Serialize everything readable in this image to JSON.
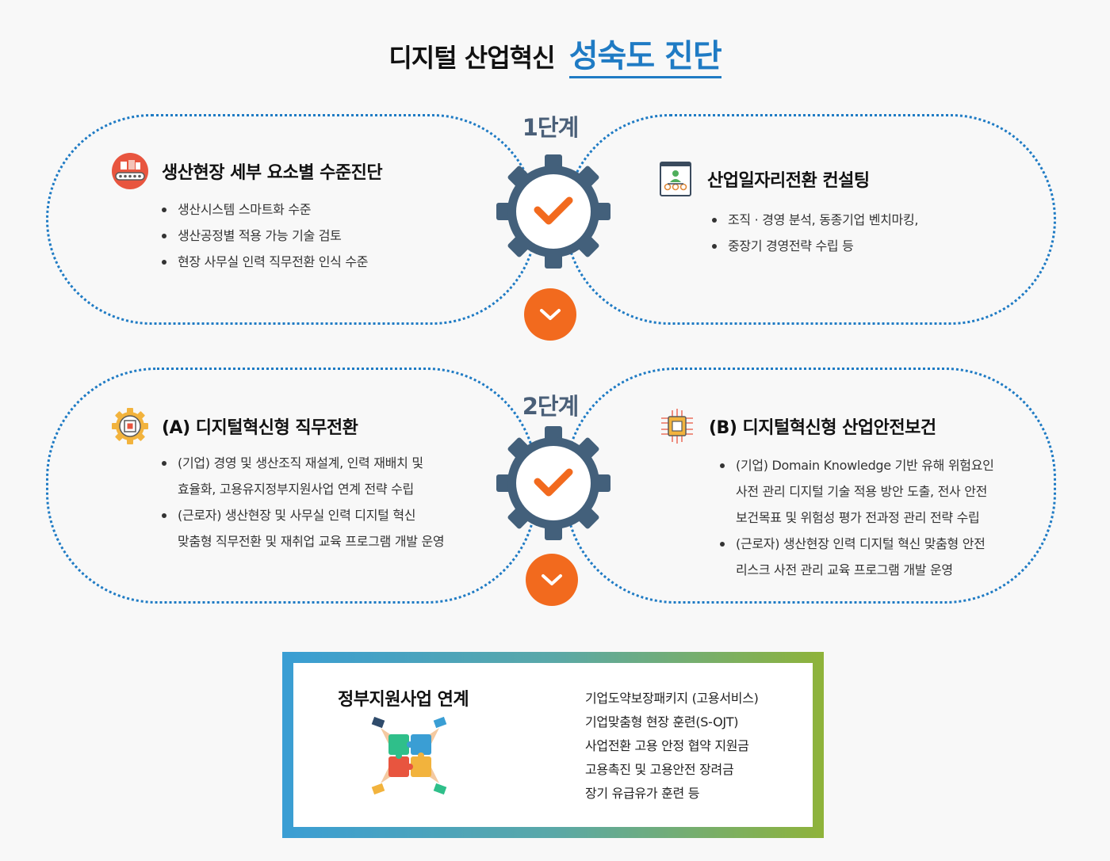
{
  "title": {
    "main": "디지털 산업혁신",
    "highlight": "성숙도 진단"
  },
  "colors": {
    "accent": "#1f7bc4",
    "gear": "#43607b",
    "arrow": "#f26a1e"
  },
  "stage1": {
    "label": "1단계",
    "left": {
      "icon": "conveyor-factory-icon",
      "heading": "생산현장 세부 요소별 수준진단",
      "items": [
        "생산시스템 스마트화 수준",
        "생산공정별 적용 가능 기술 검토",
        "현장 사무실 인력 직무전환 인식 수준"
      ]
    },
    "right": {
      "icon": "org-chart-document-icon",
      "heading": "산업일자리전환 컨설팅",
      "items": [
        "조직 · 경영 분석, 동종기업 벤치마킹,",
        "중장기 경영전략 수립 등"
      ]
    }
  },
  "stage2": {
    "label": "2단계",
    "left": {
      "icon": "chip-gear-icon",
      "heading": "(A) 디지털혁신형 직무전환",
      "items": [
        [
          "(기업) 경영 및 생산조직 재설계, 인력 재배치 및",
          "효율화, 고용유지정부지원사업 연계 전략 수립"
        ],
        [
          "(근로자) 생산현장 및 사무실 인력 디지털 혁신",
          "맞춤형 직무전환 및 재취업 교육 프로그램 개발 운영"
        ]
      ]
    },
    "right": {
      "icon": "circuit-chip-icon",
      "heading": "(B) 디지털혁신형 산업안전보건",
      "items": [
        [
          "(기업) Domain Knowledge 기반 유해 위험요인",
          "사전 관리 디지털 기술 적용 방안 도출, 전사 안전",
          "보건목표 및 위험성 평가 전과정 관리 전략 수립"
        ],
        [
          "(근로자) 생산현장 인력 디지털 혁신 맞춤형 안전",
          "리스크 사전 관리 교육 프로그램 개발 운영"
        ]
      ]
    }
  },
  "gov": {
    "title": "정부지원사업 연계",
    "icon": "puzzle-hands-icon",
    "items": [
      "기업도약보장패키지 (고용서비스)",
      "기업맞춤형 현장 훈련(S-OJT)",
      "사업전환 고용 안정 협약 지원금",
      "고용촉진 및 고용안전 장려금",
      "장기 유급유가 훈련 등"
    ]
  }
}
